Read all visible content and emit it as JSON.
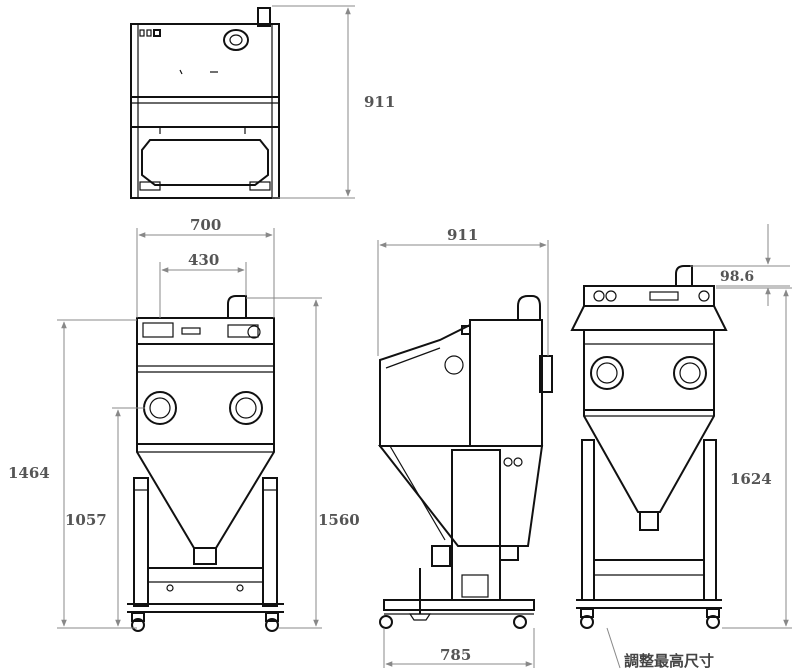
{
  "dimensions": {
    "top_view_height": "911",
    "front_width": "700",
    "front_inner_width": "430",
    "front_height_total": "1464",
    "front_height_inner": "1057",
    "front_height_max": "1560",
    "side_width": "911",
    "side_base_width": "785",
    "rear_offset": "98.6",
    "rear_height": "1624"
  },
  "notes": {
    "adjust_max_height": "調整最高尺寸"
  },
  "colors": {
    "line": "#111111",
    "dimension_line": "#888888",
    "dimension_text": "#555555"
  }
}
